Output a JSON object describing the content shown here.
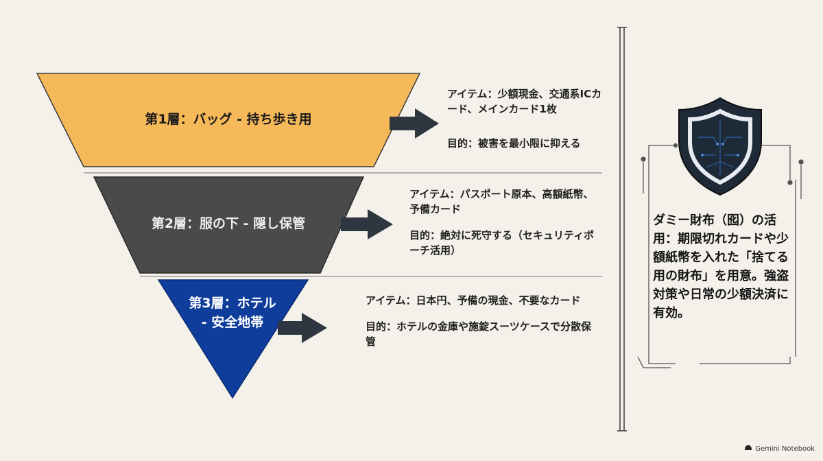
{
  "layers": [
    {
      "label": "第1層：バッグ - 持ち歩き用",
      "item_text": "アイテム：少額現金、交通系ICカード、メインカード1枚",
      "purpose_text": "目的：被害を最小限に抑える",
      "color": "#f5b95a"
    },
    {
      "label": "第2層：服の下 - 隠し保管",
      "item_text": "アイテム：パスポート原本、高額紙幣、予備カード",
      "purpose_text": "目的：絶対に死守する（セキュリティポーチ活用）",
      "color": "#4a4a4a"
    },
    {
      "label_line1": "第3層：ホテル",
      "label_line2": "- 安全地帯",
      "item_text": "アイテム：日本円、予備の現金、不要なカード",
      "purpose_text": "目的：ホテルの金庫や施錠スーツケースで分散保管",
      "color": "#0f3d9c"
    }
  ],
  "sidebar": {
    "text": "ダミー財布（囮）の活用：期限切れカードや少額紙幣を入れた「捨てる用の財布」を用意。強盗対策や日常の少額決済に有効。"
  },
  "footer": {
    "brand": "Gemini Notebook"
  },
  "colors": {
    "background": "#f4f1ea",
    "arrow": "#2e3640",
    "shield": "#1f2a38"
  }
}
